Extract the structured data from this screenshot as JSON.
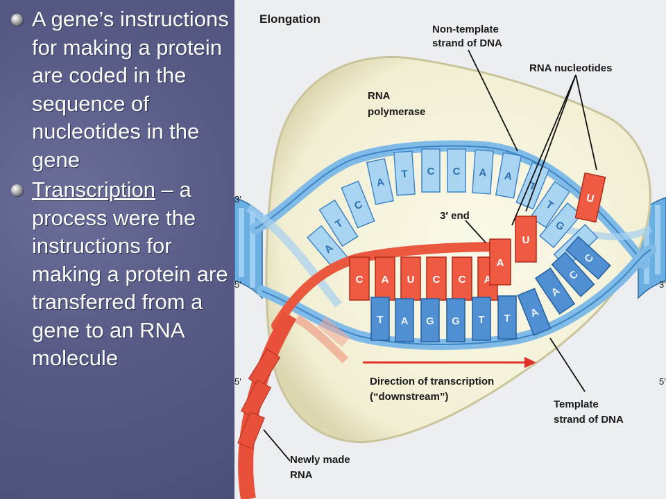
{
  "slide": {
    "bullets": [
      {
        "text": "A gene’s instructions for making a protein are coded in the sequence of nucleotides in the gene"
      },
      {
        "term": "Transcription",
        "text": " – a process were the instructions for making a protein are transferred from a gene to an RNA molecule"
      }
    ]
  },
  "diagram": {
    "title": "Elongation",
    "labels": {
      "non_template_line1": "Non-template",
      "non_template_line2": "strand of DNA",
      "rna_nucleotides": "RNA nucleotides",
      "rna_polymerase_line1": "RNA",
      "rna_polymerase_line2": "polymerase",
      "three_prime_end": "3′ end",
      "direction_line1": "Direction of transcription",
      "direction_line2": "(“downstream”)",
      "template_line1": "Template",
      "template_line2": "strand of DNA",
      "newly_made_line1": "Newly made",
      "newly_made_line2": "RNA",
      "end_3_left": "3′",
      "end_5_left_top": "5′",
      "end_5_left_bottom": "5′",
      "end_3_right": "3′",
      "end_5_right": "5′"
    },
    "upper_strand_bases": [
      "A",
      "T",
      "C",
      "A",
      "T",
      "C",
      "C",
      "A",
      "A",
      "T",
      "T",
      "G",
      "G"
    ],
    "rna_bases": [
      "C",
      "A",
      "U",
      "C",
      "C",
      "A"
    ],
    "template_bases": [
      "T",
      "A",
      "G",
      "G",
      "T",
      "T",
      "A",
      "A",
      "C",
      "C"
    ],
    "free_nucleotides": [
      "A",
      "U",
      "U"
    ],
    "colors": {
      "dna": "#8cc0e8",
      "dna_dark": "#4a8fd0",
      "rna": "#e8503a",
      "polymerase": "#f4f1d6"
    }
  }
}
